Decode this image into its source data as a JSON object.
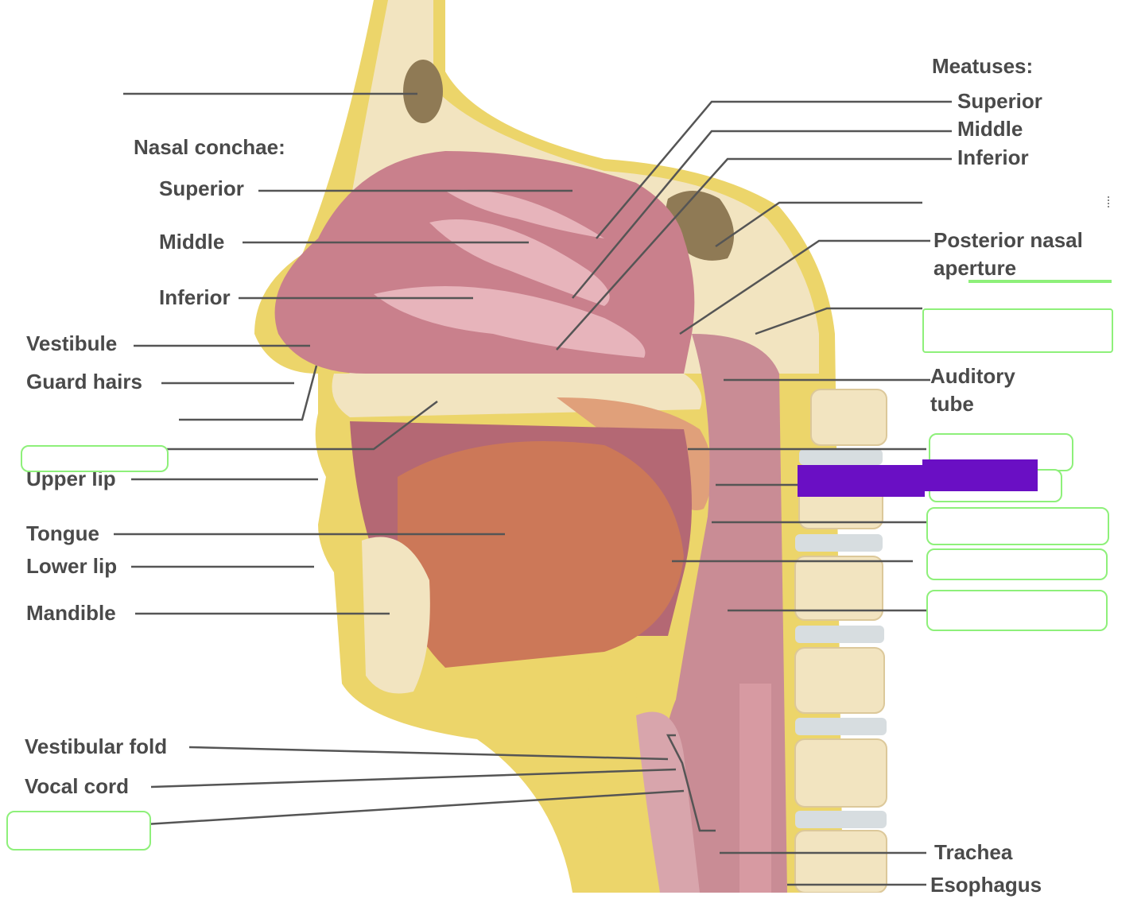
{
  "labels": {
    "nasal_conchae_heading": "Nasal conchae:",
    "conchae_superior": "Superior",
    "conchae_middle": "Middle",
    "conchae_inferior": "Inferior",
    "vestibule": "Vestibule",
    "guard_hairs": "Guard hairs",
    "upper_lip": "Upper lip",
    "tongue": "Tongue",
    "lower_lip": "Lower lip",
    "mandible": "Mandible",
    "vestibular_fold": "Vestibular fold",
    "vocal_cord": "Vocal cord",
    "meatuses_heading": "Meatuses:",
    "meatus_superior": "Superior",
    "meatus_middle": "Middle",
    "meatus_inferior": "Inferior",
    "posterior_nasal_aperture_line1": "Posterior nasal",
    "posterior_nasal_aperture_line2": "aperture",
    "auditory_tube_line1": "Auditory",
    "auditory_tube_line2": "tube",
    "trachea": "Trachea",
    "esophagus": "Esophagus"
  },
  "colors": {
    "bone": "#f2e4c0",
    "fat": "#ecd56a",
    "mucosa": "#d9a0a8",
    "cavity": "#b66878",
    "muscle": "#cc7858",
    "leader_line": "#555555",
    "blank_outline": "#8ef07a",
    "redaction": "#6a0fc4"
  }
}
